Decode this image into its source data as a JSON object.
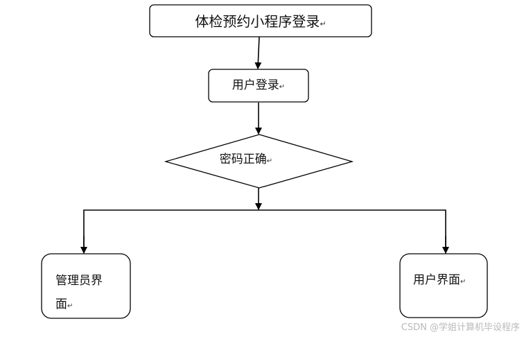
{
  "nodes": {
    "title": {
      "text": "体检预约小程序登录"
    },
    "user_login": {
      "text": "用户登录"
    },
    "password_check": {
      "text": "密码正确"
    },
    "admin_ui": {
      "line1": "管理员界",
      "line2": "面"
    },
    "user_ui": {
      "text": "用户界面"
    }
  },
  "paragraph_mark": "↵",
  "watermark": "CSDN @学姐计算机毕设程序"
}
